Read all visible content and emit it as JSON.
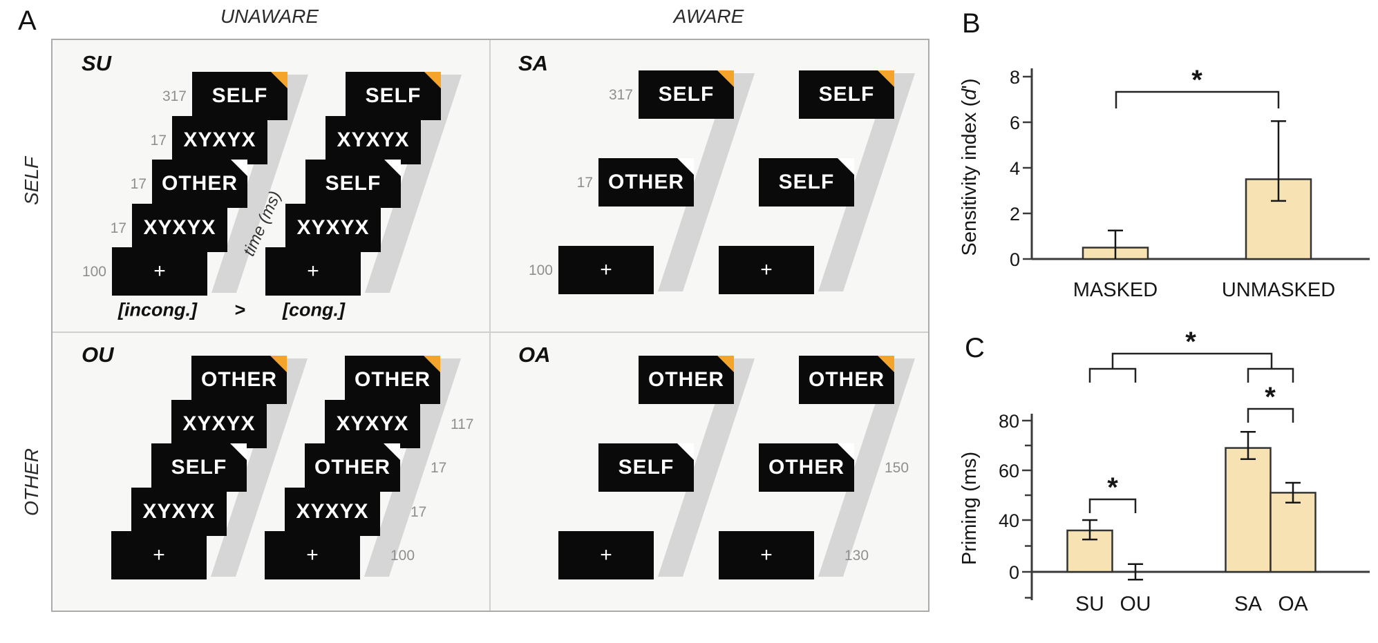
{
  "figure": {
    "panel_letters": {
      "a": "A",
      "b": "B",
      "c": "C"
    }
  },
  "style": {
    "bar_fill": "#F6E2B3",
    "bar_stroke": "#333333",
    "axis_color": "#3A3A3A",
    "band_gray": "#D6D6D6",
    "card_black": "#0A0A0A",
    "fold_orange": "#F5A42B",
    "notch_white": "#FFFFFF",
    "duration_gray": "#8F8F8F",
    "panel_bg": "#F7F7F6",
    "panel_border": "#ABABAB"
  },
  "panelA": {
    "col_headers": [
      {
        "text": "UNAWARE"
      },
      {
        "text": "AWARE"
      }
    ],
    "row_headers": [
      {
        "text": "SELF"
      },
      {
        "text": "OTHER"
      }
    ],
    "time_axis_label": "time (ms)",
    "su_footer": {
      "incong": "[incong.]",
      "gt": ">",
      "cong": "[cong.]"
    },
    "quadrants": [
      {
        "id": "SU",
        "label": "SU",
        "duration_side": "left",
        "sequences": [
          {
            "cards": [
              {
                "text": "+",
                "rung": 0,
                "type": "plain",
                "duration": "100"
              },
              {
                "text": "XYXYX",
                "rung": 1,
                "type": "plain",
                "duration": "17"
              },
              {
                "text": "OTHER",
                "rung": 2,
                "type": "prime",
                "duration": "17"
              },
              {
                "text": "XYXYX",
                "rung": 3,
                "type": "plain",
                "duration": "17"
              },
              {
                "text": "SELF",
                "rung": 4,
                "type": "target",
                "duration": "317"
              }
            ]
          },
          {
            "cards": [
              {
                "text": "+",
                "rung": 0,
                "type": "plain"
              },
              {
                "text": "XYXYX",
                "rung": 1,
                "type": "plain"
              },
              {
                "text": "SELF",
                "rung": 2,
                "type": "prime"
              },
              {
                "text": "XYXYX",
                "rung": 3,
                "type": "plain"
              },
              {
                "text": "SELF",
                "rung": 4,
                "type": "target"
              }
            ]
          }
        ]
      },
      {
        "id": "SA",
        "label": "SA",
        "duration_side": "left",
        "sequences": [
          {
            "cards": [
              {
                "text": "+",
                "rung": 0,
                "type": "plain",
                "duration": "100"
              },
              {
                "text": "OTHER",
                "rung": 2,
                "type": "prime",
                "duration": "17"
              },
              {
                "text": "SELF",
                "rung": 4,
                "type": "target",
                "duration": "317"
              }
            ]
          },
          {
            "cards": [
              {
                "text": "+",
                "rung": 0,
                "type": "plain"
              },
              {
                "text": "SELF",
                "rung": 2,
                "type": "prime"
              },
              {
                "text": "SELF",
                "rung": 4,
                "type": "target"
              }
            ]
          }
        ]
      },
      {
        "id": "OU",
        "label": "OU",
        "duration_side": "right",
        "sequences": [
          {
            "cards": [
              {
                "text": "+",
                "rung": 0,
                "type": "plain"
              },
              {
                "text": "XYXYX",
                "rung": 1,
                "type": "plain"
              },
              {
                "text": "SELF",
                "rung": 2,
                "type": "prime"
              },
              {
                "text": "XYXYX",
                "rung": 3,
                "type": "plain"
              },
              {
                "text": "OTHER",
                "rung": 4,
                "type": "target"
              }
            ]
          },
          {
            "cards": [
              {
                "text": "+",
                "rung": 0,
                "type": "plain",
                "duration": "100"
              },
              {
                "text": "XYXYX",
                "rung": 1,
                "type": "plain",
                "duration": "17"
              },
              {
                "text": "OTHER",
                "rung": 2,
                "type": "prime",
                "duration": "17"
              },
              {
                "text": "XYXYX",
                "rung": 3,
                "type": "plain",
                "duration": "117"
              },
              {
                "text": "OTHER",
                "rung": 4,
                "type": "target"
              }
            ]
          }
        ]
      },
      {
        "id": "OA",
        "label": "OA",
        "duration_side": "right",
        "sequences": [
          {
            "cards": [
              {
                "text": "+",
                "rung": 0,
                "type": "plain"
              },
              {
                "text": "SELF",
                "rung": 2,
                "type": "prime"
              },
              {
                "text": "OTHER",
                "rung": 4,
                "type": "target"
              }
            ]
          },
          {
            "cards": [
              {
                "text": "+",
                "rung": 0,
                "type": "plain",
                "duration": "130"
              },
              {
                "text": "OTHER",
                "rung": 2,
                "type": "prime",
                "duration": "150"
              },
              {
                "text": "OTHER",
                "rung": 4,
                "type": "target"
              }
            ]
          }
        ]
      }
    ]
  },
  "chart_data": [
    {
      "id": "B",
      "type": "bar",
      "title": "",
      "ylabel": "Sensitivity index (d')",
      "ylabel_parts": {
        "prefix": "Sensitivity index (",
        "italic": "d",
        "suffix": "')"
      },
      "categories": [
        "MASKED",
        "UNMASKED"
      ],
      "values": [
        0.5,
        3.5
      ],
      "error_caps": [
        {
          "hi": 1.25,
          "lo": null
        },
        {
          "hi": 6.05,
          "lo": 2.55
        }
      ],
      "yticks": [
        0,
        2,
        4,
        6,
        8
      ],
      "ylim": [
        0,
        8
      ],
      "grid": false,
      "legend": null,
      "significance": [
        {
          "between": [
            "MASKED",
            "UNMASKED"
          ],
          "label": "*"
        }
      ]
    },
    {
      "id": "C",
      "type": "bar",
      "title": "",
      "ylabel": "Priming (ms)",
      "categories": [
        "SU",
        "OU",
        "SA",
        "OA"
      ],
      "values": [
        32,
        0,
        69,
        51
      ],
      "error_caps": [
        {
          "hi": 40,
          "lo": 25
        },
        {
          "hi": 6,
          "lo": -6
        },
        {
          "hi": 75.5,
          "lo": 64.5
        },
        {
          "hi": 55,
          "lo": 47
        }
      ],
      "yticks_labeled": [
        80,
        60,
        40,
        0
      ],
      "yticks_minor": [
        70,
        50,
        20,
        -20
      ],
      "ylim": [
        -20,
        80
      ],
      "grid": false,
      "legend": null,
      "significance": [
        {
          "between": [
            "SU",
            "OU"
          ],
          "label": "*"
        },
        {
          "between": [
            "SA",
            "OA"
          ],
          "label": "*"
        },
        {
          "type": "interaction",
          "groups": [
            [
              "SU",
              "OU"
            ],
            [
              "SA",
              "OA"
            ]
          ],
          "label": "*"
        }
      ]
    }
  ]
}
